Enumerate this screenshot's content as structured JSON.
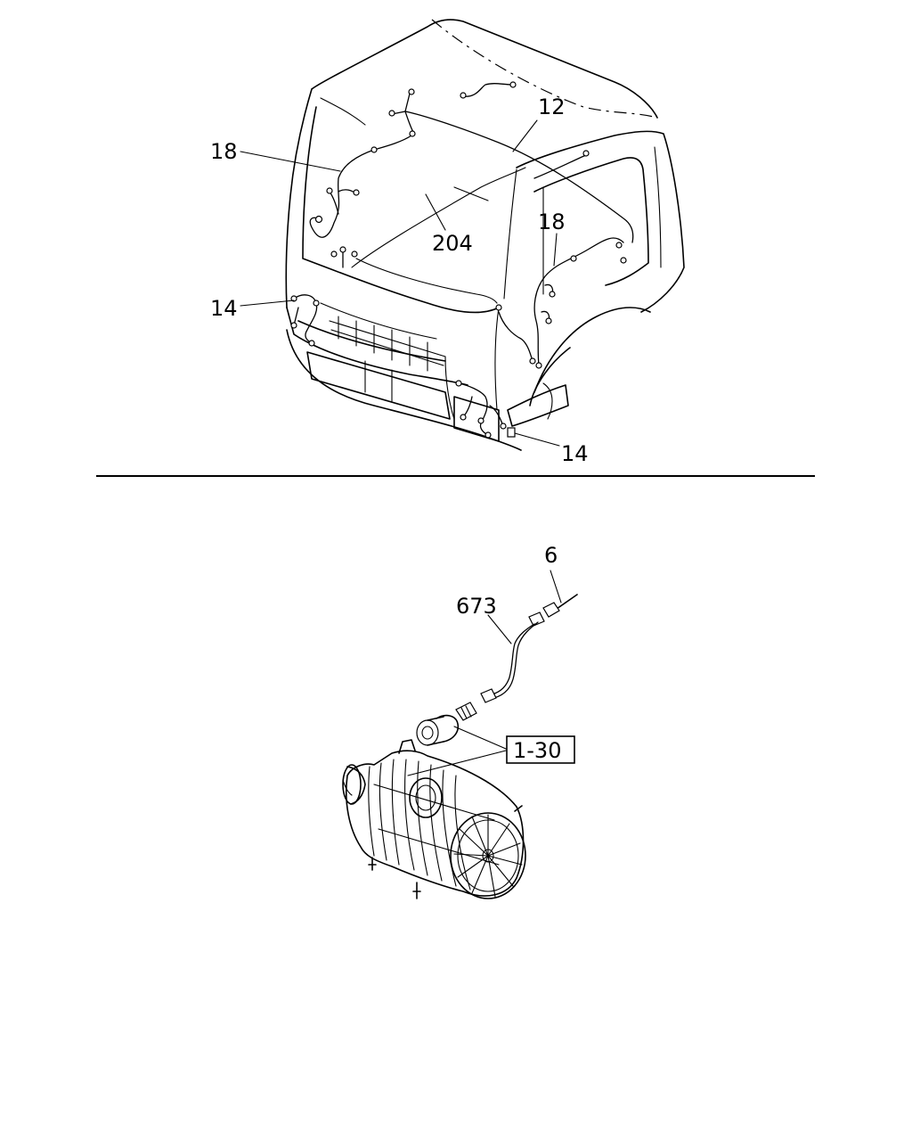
{
  "callouts": {
    "top_18_left": "18",
    "top_12": "12",
    "top_204": "204",
    "top_18_right": "18",
    "top_14_left": "14",
    "top_14_right": "14",
    "bottom_6": "6",
    "bottom_673": "673",
    "bottom_1_30": "1-30"
  },
  "colors": {
    "line": "#000000",
    "background": "#ffffff"
  }
}
